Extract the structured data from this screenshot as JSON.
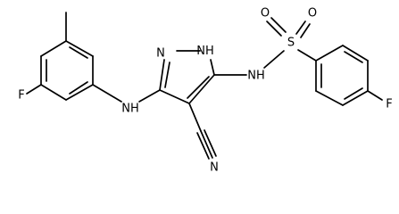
{
  "molecule": {
    "atoms": [
      {
        "id": "F_left",
        "label": "F"
      },
      {
        "id": "N_amine",
        "label": "NH"
      },
      {
        "id": "N_pyrazole",
        "label": "N"
      },
      {
        "id": "NH_pyrazole",
        "label": "H",
        "prefix": "N"
      },
      {
        "id": "N_sulfonamide",
        "label": "NH"
      },
      {
        "id": "S_sulfonyl",
        "label": "S"
      },
      {
        "id": "O_top_left",
        "label": "O"
      },
      {
        "id": "O_top_right",
        "label": "O"
      },
      {
        "id": "N_nitrile",
        "label": "N"
      },
      {
        "id": "F_right",
        "label": "F"
      }
    ]
  }
}
